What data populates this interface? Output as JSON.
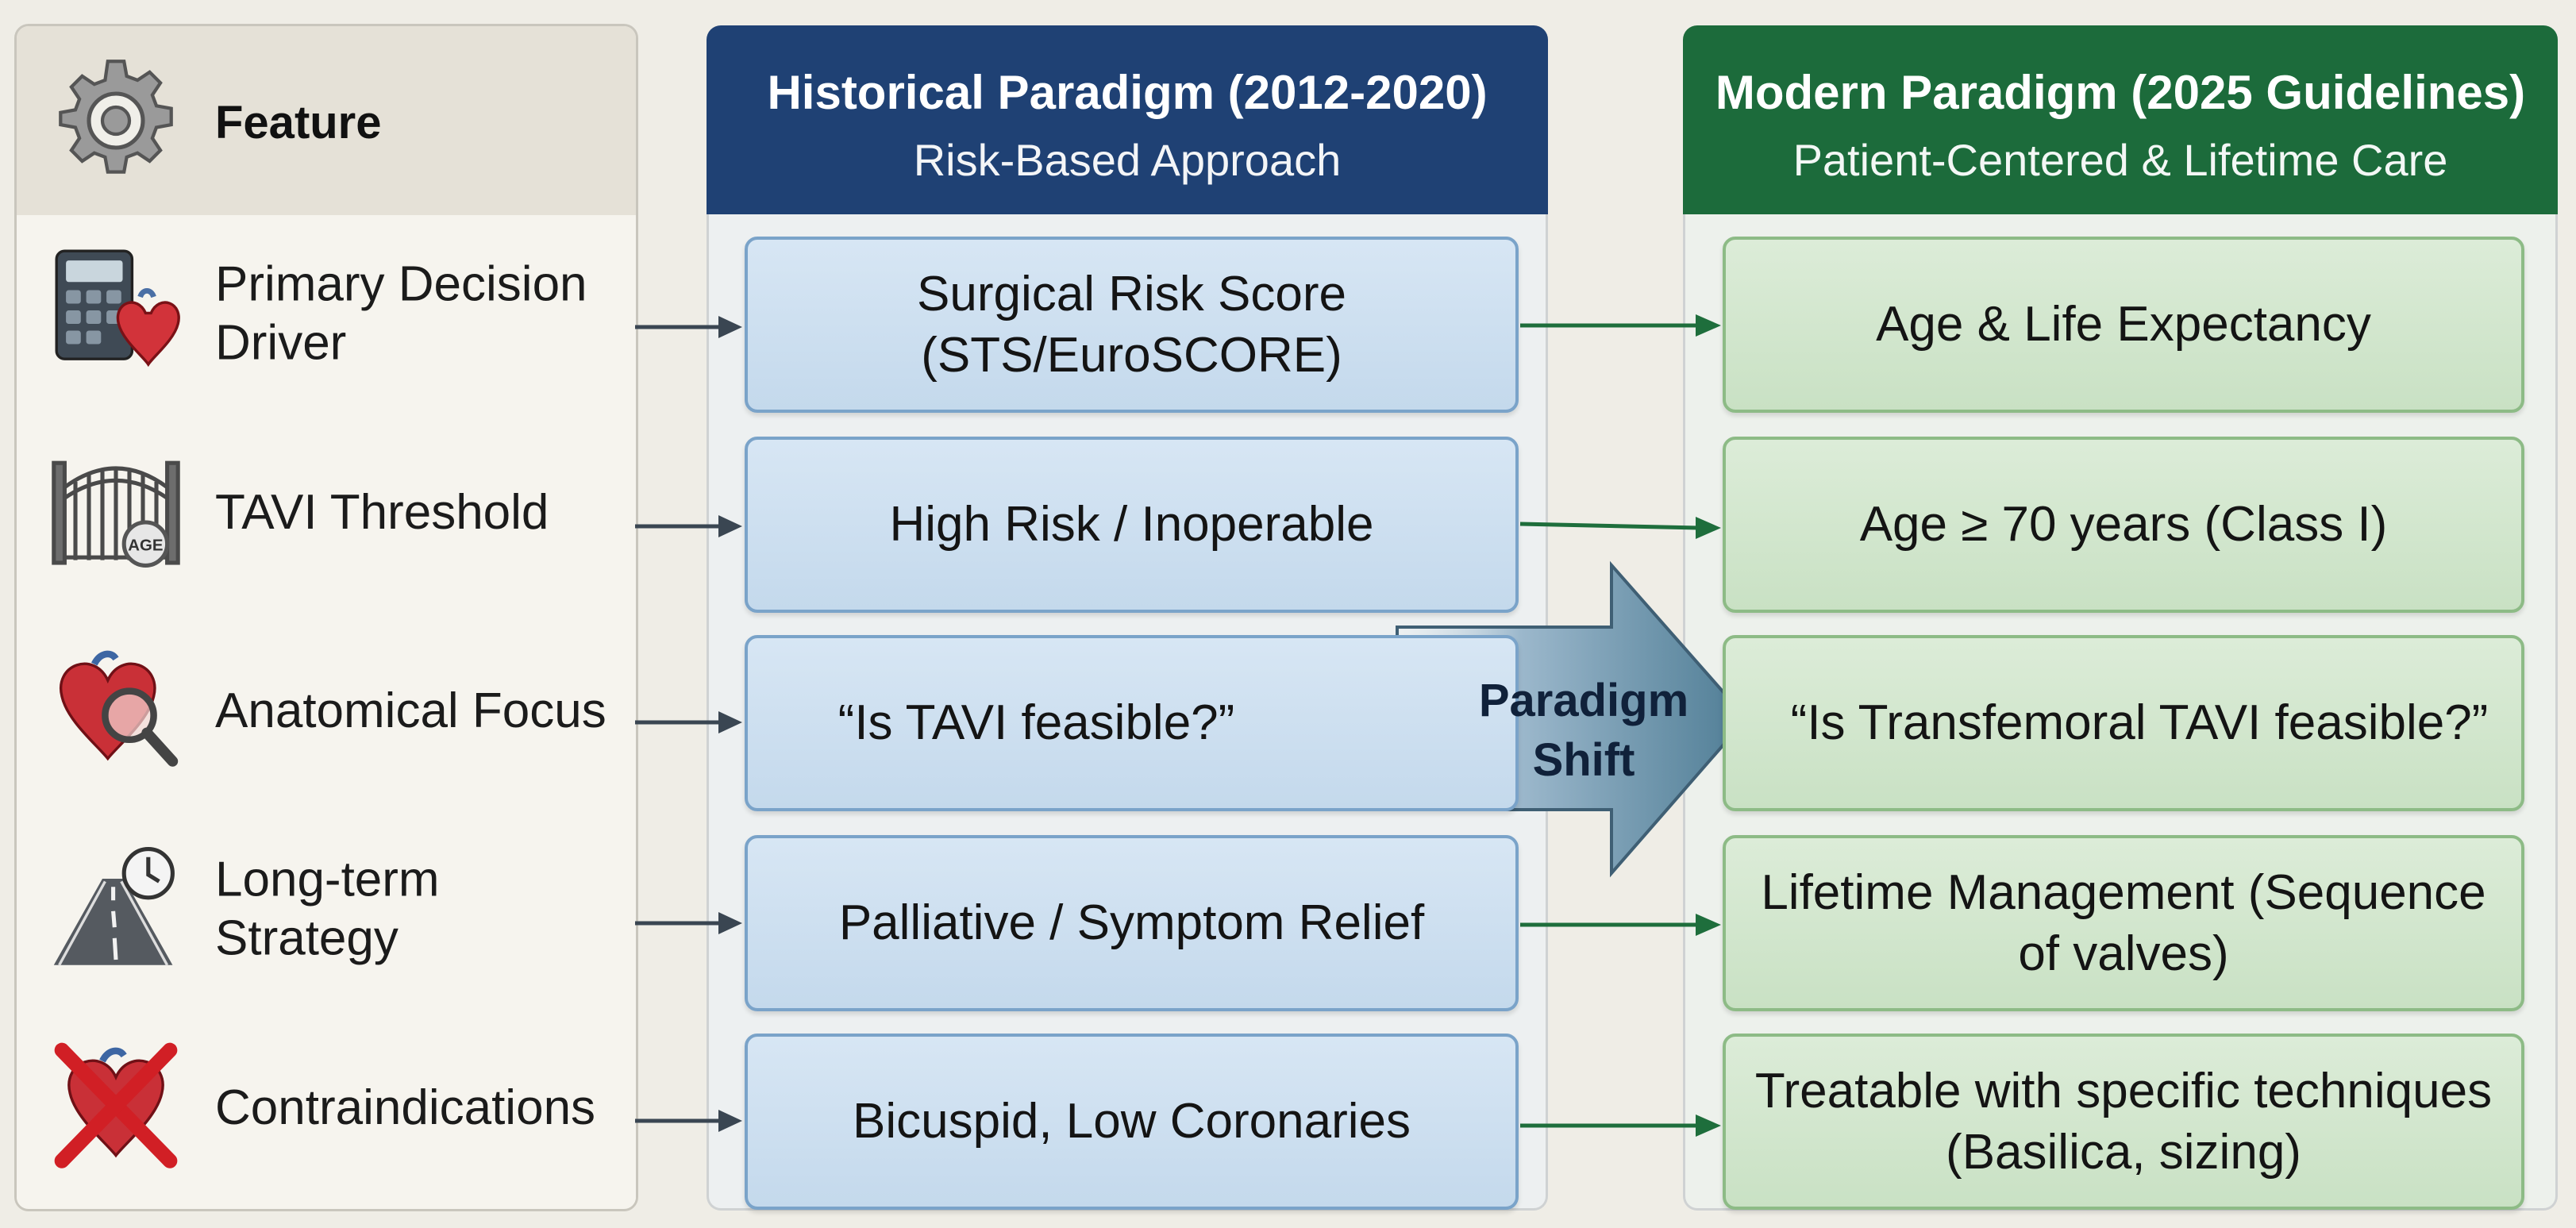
{
  "feature_header": {
    "title": "Feature",
    "icon": "gear-icon"
  },
  "historical_header": {
    "title": "Historical Paradigm (2012-2020)",
    "subtitle": "Risk-Based Approach",
    "color": "#1f4174"
  },
  "modern_header": {
    "title": "Modern Paradigm (2025 Guidelines)",
    "subtitle": "Patient-Centered & Lifetime Care",
    "color": "#1c6b3b"
  },
  "rows": [
    {
      "feature": "Primary Decision Driver",
      "icon": "calculator-heart-icon",
      "historical": "Surgical Risk Score (STS/EuroSCORE)",
      "modern": "Age & Life Expectancy"
    },
    {
      "feature": "TAVI Threshold",
      "icon": "gate-age-icon",
      "historical": "High Risk / Inoperable",
      "modern": "Age ≥ 70 years (Class I)"
    },
    {
      "feature": "Anatomical Focus",
      "icon": "heart-magnifier-icon",
      "historical": "“Is TAVI feasible?”",
      "modern": "“Is Transfemoral TAVI feasible?”"
    },
    {
      "feature": "Long-term Strategy",
      "icon": "road-clock-icon",
      "historical": "Palliative / Symptom Relief",
      "modern": "Lifetime Management (Sequence of valves)"
    },
    {
      "feature": "Contraindications",
      "icon": "heart-crossed-icon",
      "historical": "Bicuspid, Low Coronaries",
      "modern": "Treatable with specific techniques (Basilica, sizing)"
    }
  ],
  "shift_arrow": {
    "label_line1": "Paradigm",
    "label_line2": "Shift"
  },
  "gate_badge_text": "AGE"
}
